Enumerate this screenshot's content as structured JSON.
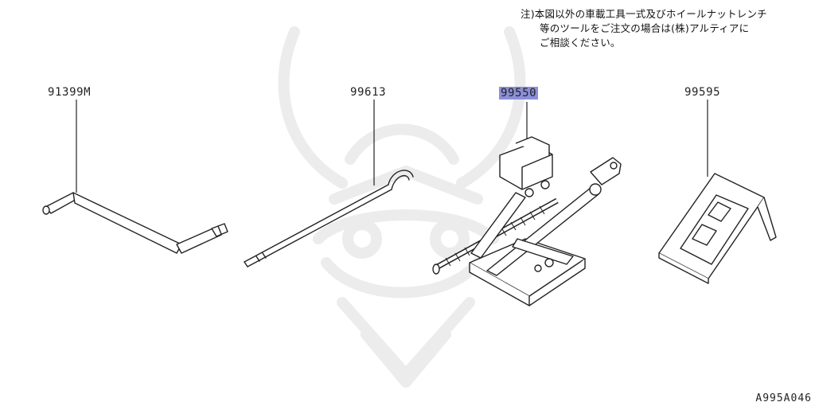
{
  "note": {
    "line1": "注)本図以外の車載工具一式及びホイールナットレンチ",
    "line2": "等のツールをご注文の場合は(株)アルティアに",
    "line3": "ご相談ください。"
  },
  "parts": [
    {
      "number": "91399M",
      "highlighted": false
    },
    {
      "number": "99613",
      "highlighted": false
    },
    {
      "number": "99550",
      "highlighted": true
    },
    {
      "number": "99595",
      "highlighted": false
    }
  ],
  "diagram_code": "A995A046",
  "colors": {
    "highlight": "#8c8fd8",
    "line": "#1a1a1a",
    "watermark": "#ececec"
  }
}
